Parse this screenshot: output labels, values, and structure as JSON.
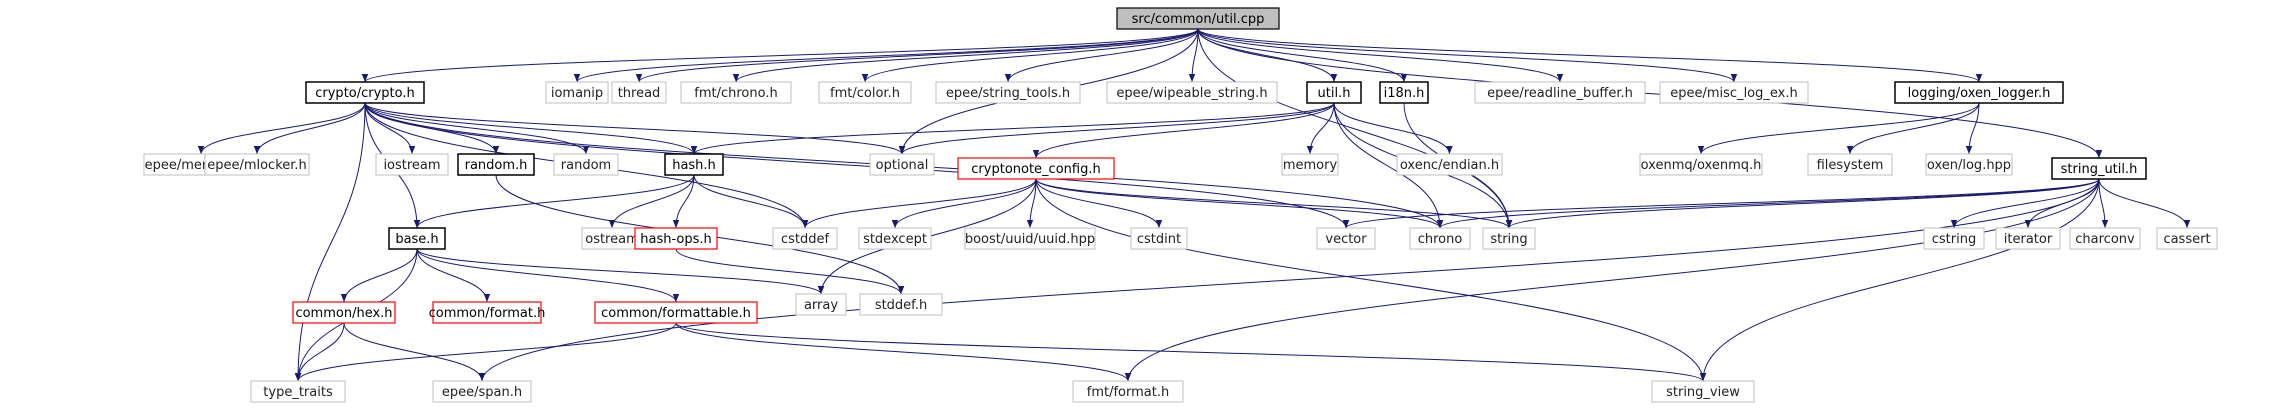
{
  "colors": {
    "edge": "#191970",
    "system_border": "#bfbfbf",
    "doc_border": "#000000",
    "missing_border": "#ff0000",
    "root_fill": "#bfbfbf",
    "node_fill": "#ffffff"
  },
  "nodes": [
    {
      "id": "root",
      "label": "src/common/util.cpp",
      "kind": "root"
    },
    {
      "id": "crypto",
      "label": "crypto/crypto.h",
      "kind": "doc"
    },
    {
      "id": "iomanip",
      "label": "iomanip",
      "kind": "sys"
    },
    {
      "id": "thread",
      "label": "thread",
      "kind": "sys"
    },
    {
      "id": "fmtchrono",
      "label": "fmt/chrono.h",
      "kind": "sys"
    },
    {
      "id": "fmtcolor",
      "label": "fmt/color.h",
      "kind": "sys"
    },
    {
      "id": "epeestr",
      "label": "epee/string_tools.h",
      "kind": "sys"
    },
    {
      "id": "epeewipe",
      "label": "epee/wipeable_string.h",
      "kind": "sys"
    },
    {
      "id": "util",
      "label": "util.h",
      "kind": "doc"
    },
    {
      "id": "i18n",
      "label": "i18n.h",
      "kind": "doc"
    },
    {
      "id": "epeereadline",
      "label": "epee/readline_buffer.h",
      "kind": "sys"
    },
    {
      "id": "epeemisc",
      "label": "epee/misc_log_ex.h",
      "kind": "sys"
    },
    {
      "id": "logging",
      "label": "logging/oxen_logger.h",
      "kind": "doc"
    },
    {
      "id": "strutil",
      "label": "string_util.h",
      "kind": "doc"
    },
    {
      "id": "epeememwipe",
      "label": "epee/memwipe.h",
      "kind": "sys"
    },
    {
      "id": "epeemlocker",
      "label": "epee/mlocker.h",
      "kind": "sys"
    },
    {
      "id": "iostream",
      "label": "iostream",
      "kind": "sys"
    },
    {
      "id": "randomh",
      "label": "random.h",
      "kind": "doc"
    },
    {
      "id": "random",
      "label": "random",
      "kind": "sys"
    },
    {
      "id": "hashh",
      "label": "hash.h",
      "kind": "doc"
    },
    {
      "id": "optional",
      "label": "optional",
      "kind": "sys"
    },
    {
      "id": "cnconfig",
      "label": "cryptonote_config.h",
      "kind": "missing"
    },
    {
      "id": "memory",
      "label": "memory",
      "kind": "sys"
    },
    {
      "id": "oxencendian",
      "label": "oxenc/endian.h",
      "kind": "sys"
    },
    {
      "id": "oxenmq",
      "label": "oxenmq/oxenmq.h",
      "kind": "sys"
    },
    {
      "id": "filesystem",
      "label": "filesystem",
      "kind": "sys"
    },
    {
      "id": "oxenlog",
      "label": "oxen/log.hpp",
      "kind": "sys"
    },
    {
      "id": "base",
      "label": "base.h",
      "kind": "doc"
    },
    {
      "id": "ostream",
      "label": "ostream",
      "kind": "sys"
    },
    {
      "id": "hashops",
      "label": "hash-ops.h",
      "kind": "missing"
    },
    {
      "id": "cstddef",
      "label": "cstddef",
      "kind": "sys"
    },
    {
      "id": "stdexcept",
      "label": "stdexcept",
      "kind": "sys"
    },
    {
      "id": "boostuuid",
      "label": "boost/uuid/uuid.hpp",
      "kind": "sys"
    },
    {
      "id": "cstdint",
      "label": "cstdint",
      "kind": "sys"
    },
    {
      "id": "vector",
      "label": "vector",
      "kind": "sys"
    },
    {
      "id": "chrono",
      "label": "chrono",
      "kind": "sys"
    },
    {
      "id": "string",
      "label": "string",
      "kind": "sys"
    },
    {
      "id": "cstring",
      "label": "cstring",
      "kind": "sys"
    },
    {
      "id": "iterator",
      "label": "iterator",
      "kind": "sys"
    },
    {
      "id": "charconv",
      "label": "charconv",
      "kind": "sys"
    },
    {
      "id": "cassert",
      "label": "cassert",
      "kind": "sys"
    },
    {
      "id": "hexh",
      "label": "common/hex.h",
      "kind": "missing"
    },
    {
      "id": "formath",
      "label": "common/format.h",
      "kind": "missing"
    },
    {
      "id": "formattable",
      "label": "common/formattable.h",
      "kind": "missing"
    },
    {
      "id": "array",
      "label": "array",
      "kind": "sys"
    },
    {
      "id": "stddef",
      "label": "stddef.h",
      "kind": "sys"
    },
    {
      "id": "typetraits",
      "label": "type_traits",
      "kind": "sys"
    },
    {
      "id": "epeespan",
      "label": "epee/span.h",
      "kind": "sys"
    },
    {
      "id": "fmtformat",
      "label": "fmt/format.h",
      "kind": "sys"
    },
    {
      "id": "stringview",
      "label": "string_view",
      "kind": "sys"
    }
  ],
  "edges": [
    [
      "root",
      "crypto"
    ],
    [
      "root",
      "iomanip"
    ],
    [
      "root",
      "thread"
    ],
    [
      "root",
      "fmtchrono"
    ],
    [
      "root",
      "fmtcolor"
    ],
    [
      "root",
      "epeestr"
    ],
    [
      "root",
      "epeewipe"
    ],
    [
      "root",
      "util"
    ],
    [
      "root",
      "i18n"
    ],
    [
      "root",
      "epeereadline"
    ],
    [
      "root",
      "epeemisc"
    ],
    [
      "root",
      "logging"
    ],
    [
      "root",
      "strutil"
    ],
    [
      "root",
      "string"
    ],
    [
      "root",
      "optional"
    ],
    [
      "crypto",
      "epeememwipe"
    ],
    [
      "crypto",
      "epeemlocker"
    ],
    [
      "crypto",
      "iostream"
    ],
    [
      "crypto",
      "randomh"
    ],
    [
      "crypto",
      "random"
    ],
    [
      "crypto",
      "hashh"
    ],
    [
      "crypto",
      "optional"
    ],
    [
      "crypto",
      "base"
    ],
    [
      "crypto",
      "typetraits"
    ],
    [
      "crypto",
      "cstddef"
    ],
    [
      "crypto",
      "vector"
    ],
    [
      "crypto",
      "chrono"
    ],
    [
      "util",
      "hashh"
    ],
    [
      "util",
      "optional"
    ],
    [
      "util",
      "cnconfig"
    ],
    [
      "util",
      "memory"
    ],
    [
      "util",
      "oxencendian"
    ],
    [
      "util",
      "string"
    ],
    [
      "util",
      "chrono"
    ],
    [
      "i18n",
      "string"
    ],
    [
      "logging",
      "oxenmq"
    ],
    [
      "logging",
      "filesystem"
    ],
    [
      "logging",
      "oxenlog"
    ],
    [
      "strutil",
      "vector"
    ],
    [
      "strutil",
      "chrono"
    ],
    [
      "strutil",
      "string"
    ],
    [
      "strutil",
      "cstring"
    ],
    [
      "strutil",
      "iterator"
    ],
    [
      "strutil",
      "charconv"
    ],
    [
      "strutil",
      "cassert"
    ],
    [
      "strutil",
      "stringview"
    ],
    [
      "strutil",
      "fmtformat"
    ],
    [
      "strutil",
      "epeespan"
    ],
    [
      "hashh",
      "base"
    ],
    [
      "hashh",
      "ostream"
    ],
    [
      "hashh",
      "hashops"
    ],
    [
      "hashh",
      "cstddef"
    ],
    [
      "cnconfig",
      "cstddef"
    ],
    [
      "cnconfig",
      "stdexcept"
    ],
    [
      "cnconfig",
      "boostuuid"
    ],
    [
      "cnconfig",
      "cstdint"
    ],
    [
      "cnconfig",
      "chrono"
    ],
    [
      "cnconfig",
      "string"
    ],
    [
      "cnconfig",
      "stringview"
    ],
    [
      "cnconfig",
      "array"
    ],
    [
      "randomh",
      "stddef"
    ],
    [
      "hashops",
      "stddef"
    ],
    [
      "base",
      "hexh"
    ],
    [
      "base",
      "formath"
    ],
    [
      "base",
      "formattable"
    ],
    [
      "base",
      "array"
    ],
    [
      "base",
      "typetraits"
    ],
    [
      "hexh",
      "typetraits"
    ],
    [
      "hexh",
      "epeespan"
    ],
    [
      "formattable",
      "typetraits"
    ],
    [
      "formattable",
      "fmtformat"
    ],
    [
      "formattable",
      "stringview"
    ]
  ]
}
